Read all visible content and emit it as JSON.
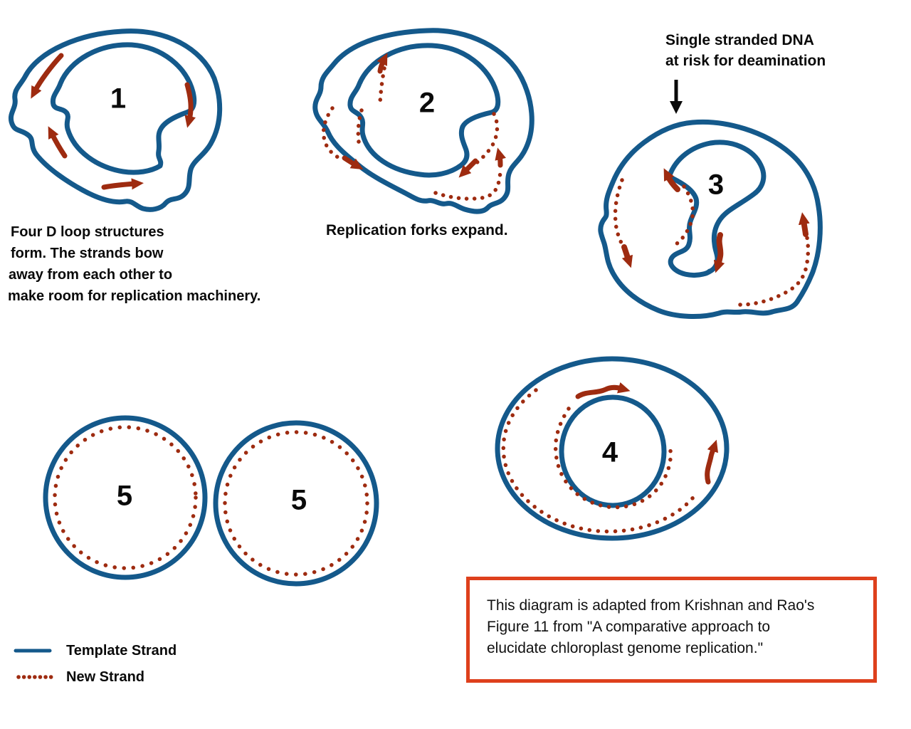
{
  "palette": {
    "template_strand_blue": "#14598B",
    "new_strand_red": "#9E2B10",
    "attribution_border_orange": "#DE401C",
    "text_black": "#111111"
  },
  "stages": {
    "s1": {
      "number": "1",
      "caption_lines": [
        "Four D loop structures",
        "form. The strands bow",
        "away from each other to",
        "make room for replication machinery."
      ]
    },
    "s2": {
      "number": "2",
      "caption": "Replication forks expand."
    },
    "s3": {
      "number": "3",
      "annotation_lines": [
        "Single stranded DNA",
        "at risk for deamination"
      ]
    },
    "s4": {
      "number": "4"
    },
    "s5a": {
      "number": "5"
    },
    "s5b": {
      "number": "5"
    }
  },
  "legend": {
    "template_label": "Template Strand",
    "new_label": "New Strand"
  },
  "attribution": {
    "lines": [
      "This diagram is adapted from Krishnan and Rao's",
      "Figure 11 from \"A comparative approach to",
      "elucidate chloroplast genome replication.\""
    ]
  }
}
